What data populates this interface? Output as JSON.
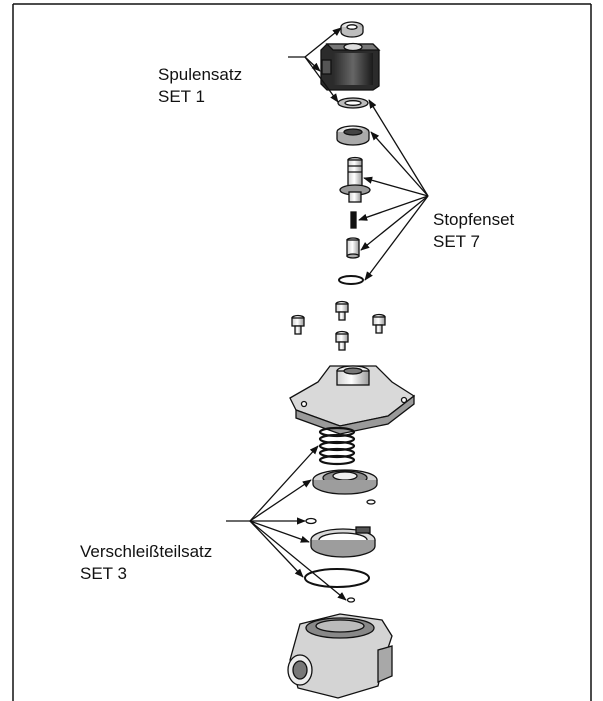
{
  "labels": {
    "coil_set": {
      "name": "Spulensatz",
      "set": "SET 1"
    },
    "plug_set": {
      "name": "Stopfenset",
      "set": "SET 7"
    },
    "wear_set": {
      "name": "Verschleißteilsatz",
      "set": "SET 3"
    }
  },
  "colors": {
    "line": "#111111",
    "background": "#ffffff"
  }
}
